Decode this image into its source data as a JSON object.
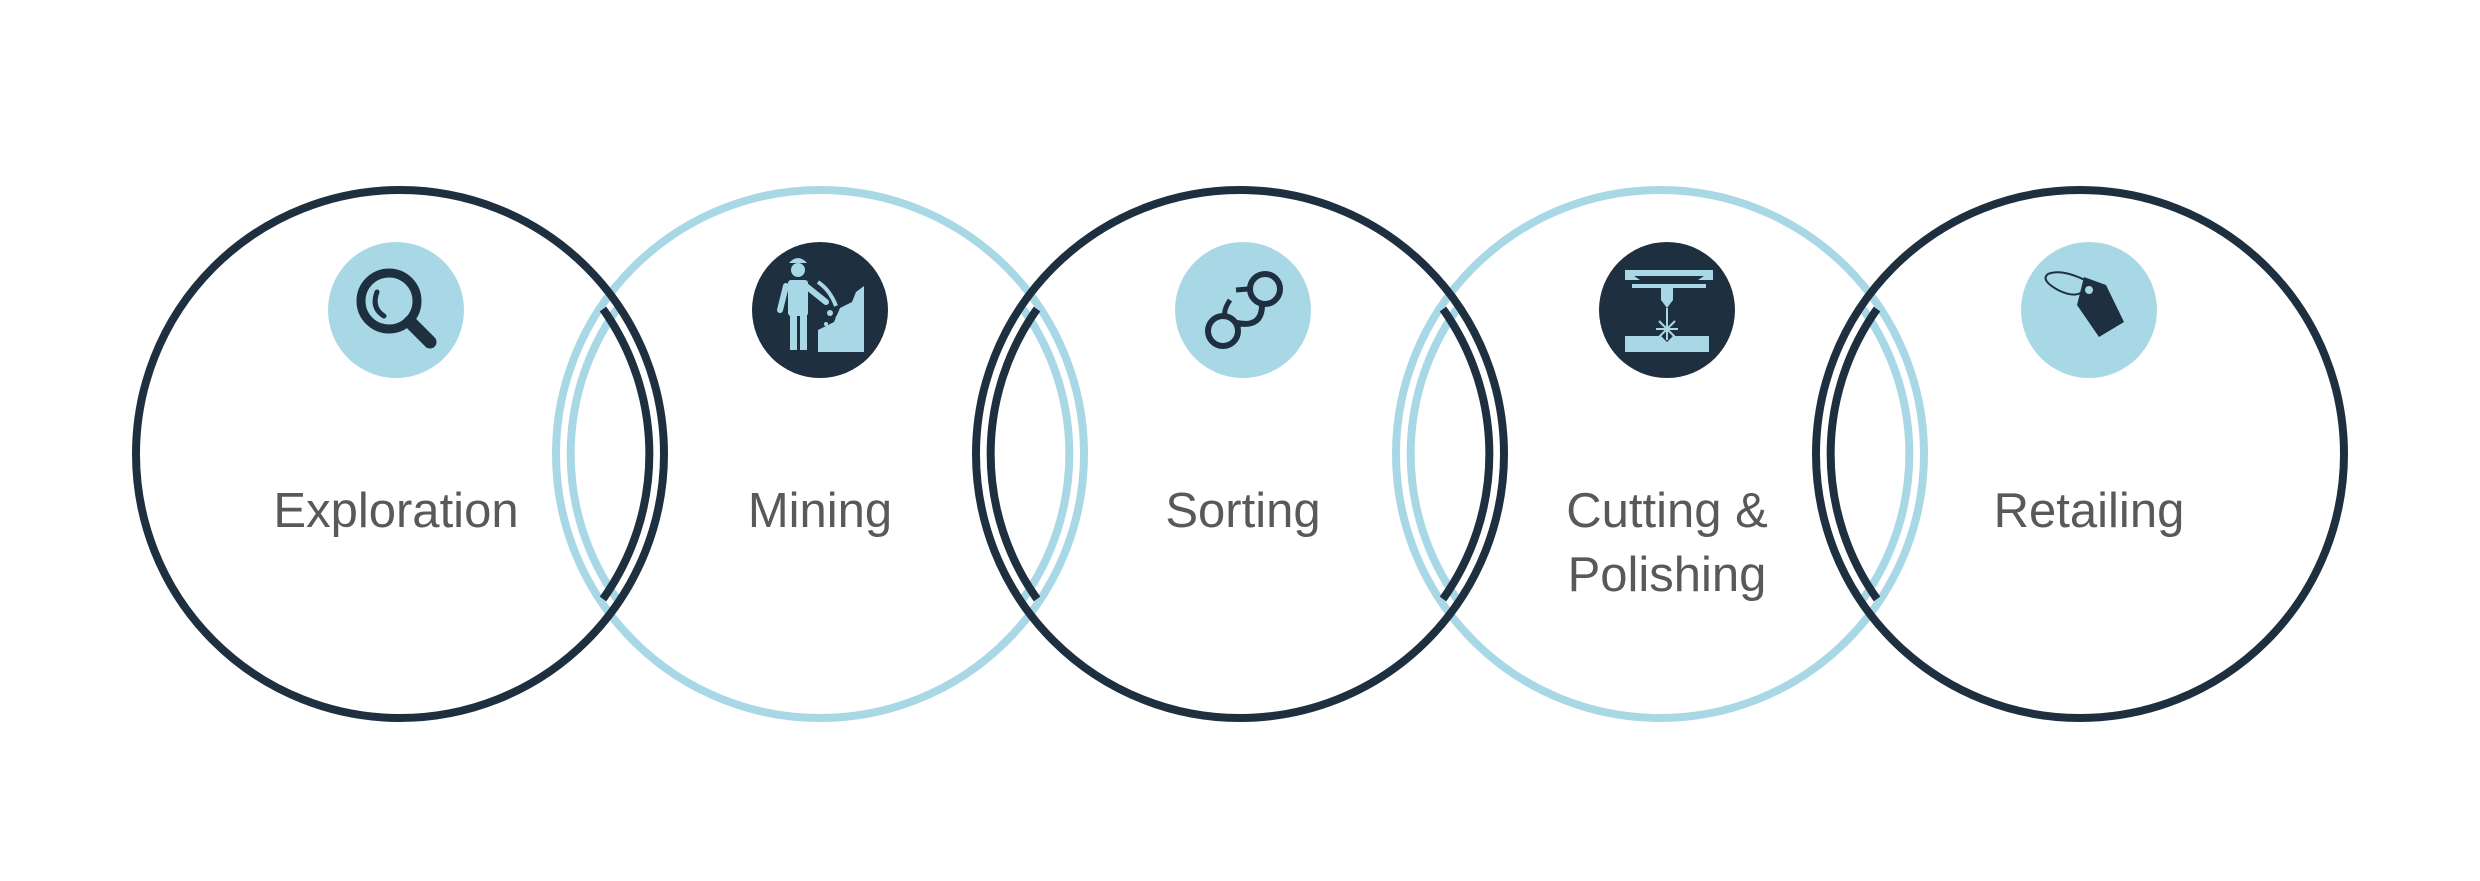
{
  "colors": {
    "dark": "#1e3040",
    "light": "#a8d8e6",
    "text": "#595959",
    "background": "#ffffff"
  },
  "steps": [
    {
      "label": "Exploration",
      "icon": "magnifier-icon",
      "ring_color": "dark",
      "badge_color": "light"
    },
    {
      "label": "Mining",
      "icon": "miner-icon",
      "ring_color": "light",
      "badge_color": "dark"
    },
    {
      "label": "Sorting",
      "icon": "sorting-rings-icon",
      "ring_color": "dark",
      "badge_color": "light"
    },
    {
      "label": "Cutting & Polishing",
      "label_lines": [
        "Cutting &",
        "Polishing"
      ],
      "icon": "laser-cutter-icon",
      "ring_color": "light",
      "badge_color": "dark"
    },
    {
      "label": "Retailing",
      "icon": "price-tag-icon",
      "ring_color": "dark",
      "badge_color": "light"
    }
  ]
}
